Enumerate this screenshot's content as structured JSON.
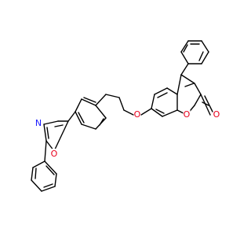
{
  "molecule": {
    "atoms": [
      {
        "id": "o_ether",
        "label": "O",
        "color": "#e8001c"
      },
      {
        "id": "o_ring",
        "label": "O",
        "color": "#e8001c"
      },
      {
        "id": "o_carbonyl",
        "label": "O",
        "color": "#e8001c"
      },
      {
        "id": "o_oxazole",
        "label": "O",
        "color": "#e8001c"
      },
      {
        "id": "n_oxazole",
        "label": "N",
        "color": "#1a1aff"
      }
    ]
  }
}
